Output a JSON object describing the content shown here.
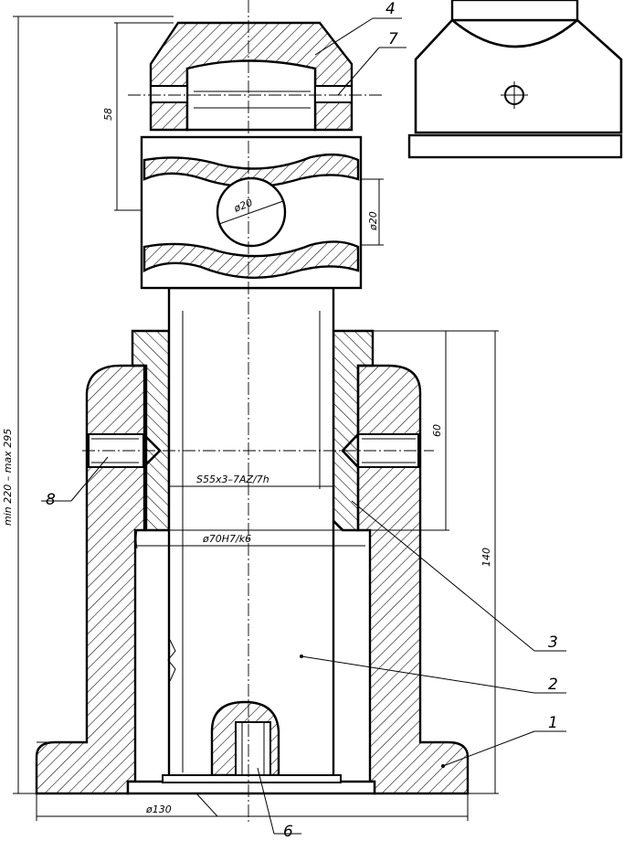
{
  "dimensions": {
    "overall_height": "min 220 – max 295",
    "top_height": "58",
    "pin_diameter": "ø20",
    "pin_height": "ø20",
    "thread": "S55x3–7AZ/7h",
    "bore_fit": "ø70H7/k6",
    "nut_height": "60",
    "body_height": "140",
    "base_diameter": "ø130"
  },
  "callouts": {
    "c1": "1",
    "c2": "2",
    "c3": "3",
    "c4": "4",
    "c6": "6",
    "c7": "7",
    "c8": "8"
  }
}
